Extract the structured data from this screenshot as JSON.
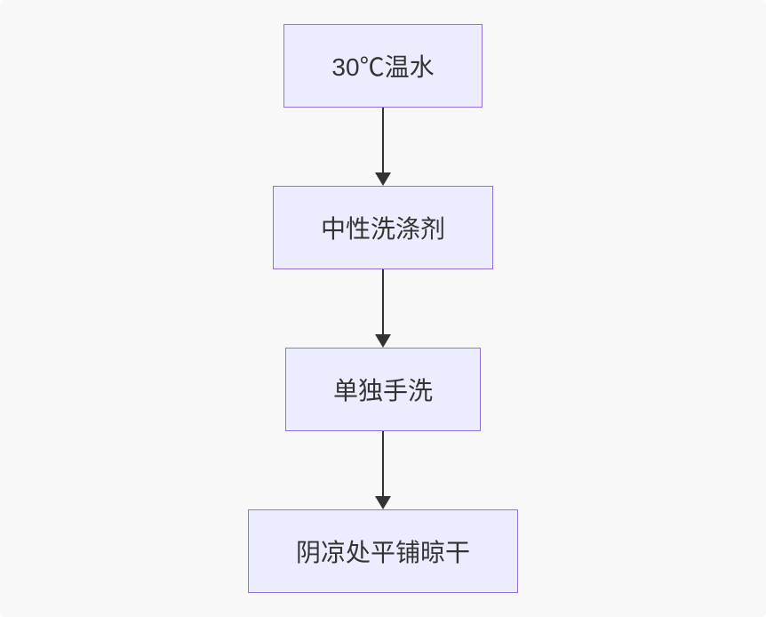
{
  "diagram": {
    "type": "flowchart",
    "direction": "top-down",
    "colors": {
      "background": "#f8f8f8",
      "node_fill": "#ECECFF",
      "node_border": "#9370DB",
      "node_text": "#333333",
      "arrow": "#333333"
    },
    "nodes": [
      {
        "id": "step-1",
        "label": "30℃温水"
      },
      {
        "id": "step-2",
        "label": "中性洗涤剂"
      },
      {
        "id": "step-3",
        "label": "单独手洗"
      },
      {
        "id": "step-4",
        "label": "阴凉处平铺晾干"
      }
    ],
    "edges": [
      {
        "from": "step-1",
        "to": "step-2"
      },
      {
        "from": "step-2",
        "to": "step-3"
      },
      {
        "from": "step-3",
        "to": "step-4"
      }
    ]
  }
}
